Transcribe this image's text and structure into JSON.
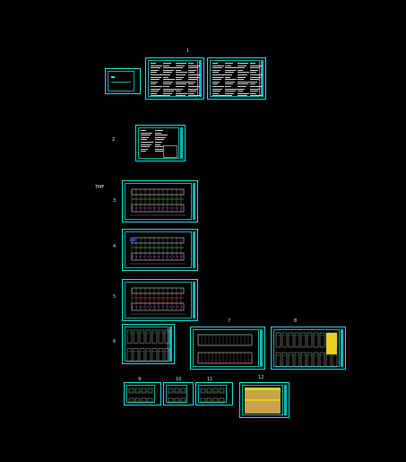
{
  "labels": {
    "l1": "1",
    "l2": "2",
    "l_tag": "TMF",
    "l3": "3",
    "l4": "4",
    "l5": "5",
    "l6": "6",
    "l7": "7",
    "l8": "8",
    "l9": "9",
    "l10": "10",
    "l11": "11",
    "l12": "12"
  },
  "colors": {
    "frame": "#19e6e6",
    "lines": "#d8d8d8",
    "red": "#e02020",
    "green": "#20c020",
    "yellow": "#e8d020",
    "magenta": "#d020d0"
  }
}
